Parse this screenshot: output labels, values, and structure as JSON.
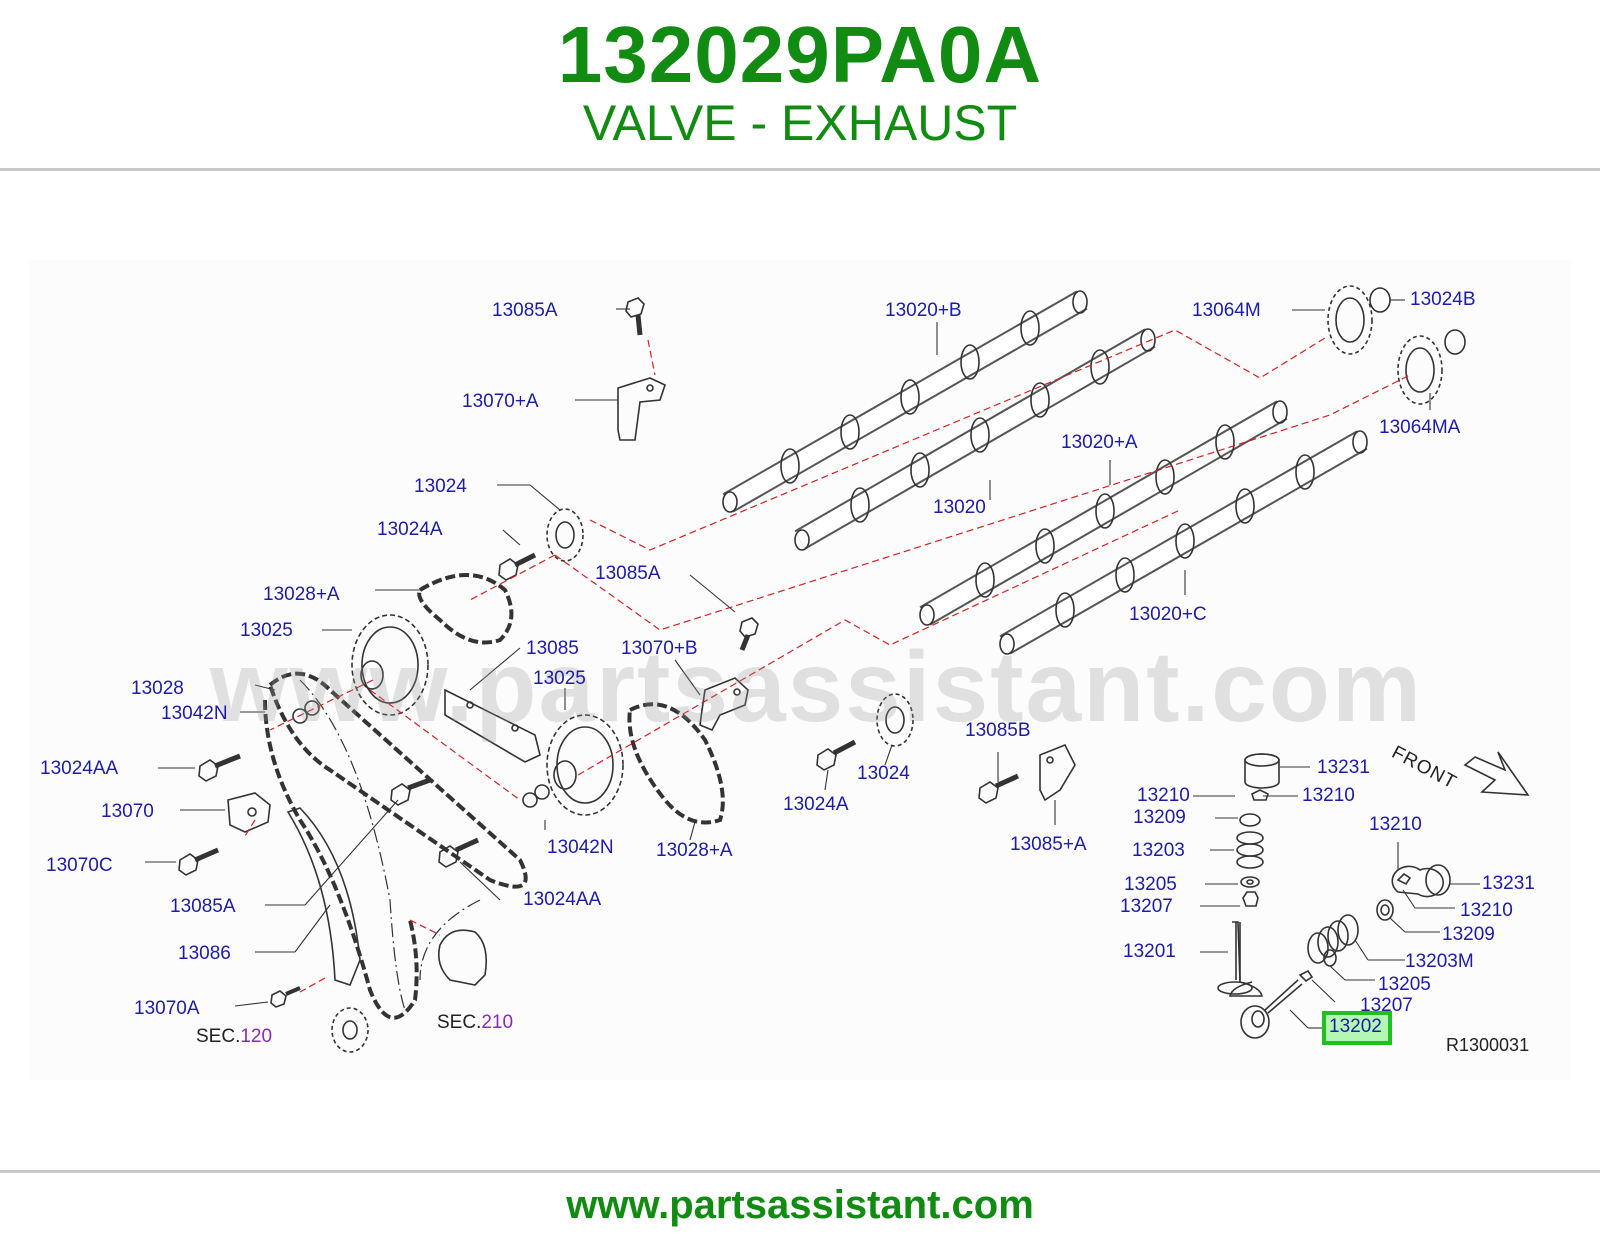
{
  "header": {
    "part_number": "132029PA0A",
    "part_name": "VALVE - EXHAUST"
  },
  "footer": {
    "url": "www.partsassistant.com"
  },
  "watermark": "www.partsassistant.com",
  "diagram": {
    "reference_code": "R1300031",
    "front_label": "FRONT",
    "highlighted_part": "13202",
    "labels": {
      "l13085a_top": "13085A",
      "l13070a_plus": "13070+A",
      "l13020b": "13020+B",
      "l13064m": "13064M",
      "l13024b": "13024B",
      "l13064ma": "13064MA",
      "l13020a_plus": "13020+A",
      "l13020": "13020",
      "l13024_top": "13024",
      "l13024a_left": "13024A",
      "l13085a_mid": "13085A",
      "l13028a_top": "13028+A",
      "l13025_left": "13025",
      "l13085": "13085",
      "l13070b": "13070+B",
      "l13025_mid": "13025",
      "l13028": "13028",
      "l13042n_left": "13042N",
      "l13024aa_left": "13024AA",
      "l13070": "13070",
      "l13070c": "13070C",
      "l13085a_low": "13085A",
      "l13086": "13086",
      "l13070a": "13070A",
      "l13042n_mid": "13042N",
      "l13028a_mid": "13028+A",
      "l13024aa_mid": "13024AA",
      "l13024_mid": "13024",
      "l13024a_mid": "13024A",
      "l13085b": "13085B",
      "l13085a_right": "13085+A",
      "l13020c": "13020+C",
      "l13231_a": "13231",
      "l13210_a": "13210",
      "l13210_b": "13210",
      "l13209_a": "13209",
      "l13203": "13203",
      "l13205_a": "13205",
      "l13207_a": "13207",
      "l13201": "13201",
      "l13210_c": "13210",
      "l13231_b": "13231",
      "l13210_d": "13210",
      "l13209_b": "13209",
      "l13203m": "13203M",
      "l13205_b": "13205",
      "l13207_b": "13207",
      "sec120_prefix": "SEC.",
      "sec120_num": "120",
      "sec210_prefix": "SEC.",
      "sec210_num": "210"
    }
  }
}
